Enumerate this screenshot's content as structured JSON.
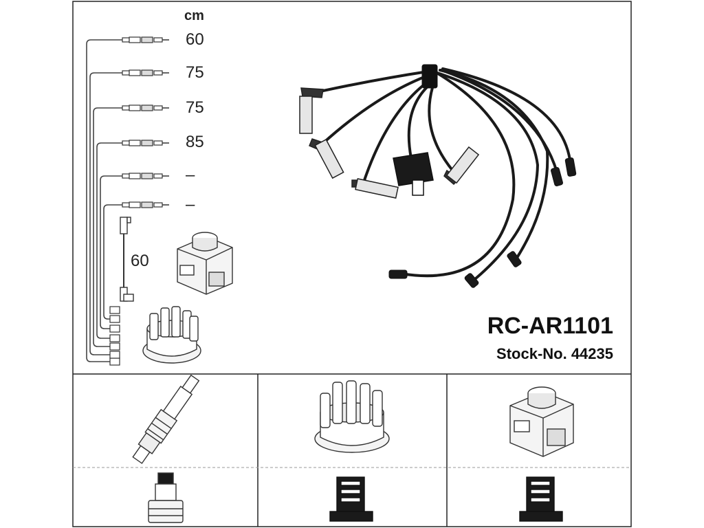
{
  "unit_label": "cm",
  "cable_lengths": [
    "60",
    "75",
    "75",
    "85",
    "–",
    "–"
  ],
  "coil_lead_length": "60",
  "part_number": "RC-AR1101",
  "stock_number": "Stock-No. 44235",
  "components": {
    "top_row": [
      "spark-plug",
      "distributor-cap",
      "ignition-coil"
    ],
    "bottom_row": [
      "spark-plug-connector",
      "distributor-connector",
      "coil-connector"
    ]
  }
}
